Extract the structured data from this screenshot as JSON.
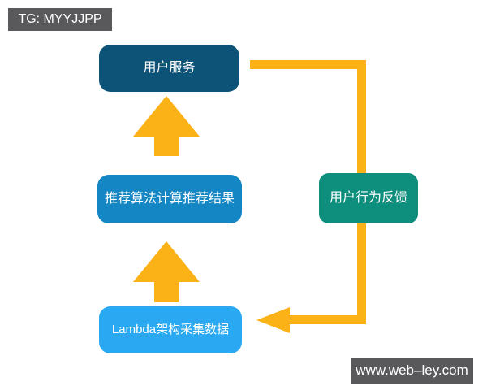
{
  "watermark_top_left": {
    "text": "TG: MYYJJPP",
    "bg_color": "#59595B",
    "text_color": "#FFFFFF"
  },
  "watermark_bottom_right": {
    "text": "www.web–ley.com",
    "bg_color": "#59595B",
    "text_color": "#FFFFFF"
  },
  "diagram": {
    "background_color": "#FFFFFF",
    "arrow_color": "#FBB217",
    "nodes": [
      {
        "id": "user-service",
        "label": "用户服务",
        "color": "#0D5377",
        "text_color": "#FFFFFF"
      },
      {
        "id": "recommendation-algorithm",
        "label": "推荐算法计算推荐结果",
        "color": "#1486C4",
        "text_color": "#FFFFFF"
      },
      {
        "id": "lambda-collection",
        "label": "Lambda架构采集数据",
        "color": "#2AA9F2",
        "text_color": "#FFFFFF"
      },
      {
        "id": "user-feedback",
        "label": "用户行为反馈",
        "color": "#0E8E7C",
        "text_color": "#FFFFFF"
      }
    ],
    "edges": [
      {
        "from": "lambda-collection",
        "to": "recommendation-algorithm",
        "type": "block-arrow-up"
      },
      {
        "from": "recommendation-algorithm",
        "to": "user-service",
        "type": "block-arrow-up"
      },
      {
        "from": "user-service",
        "to": "lambda-collection",
        "via": "user-feedback",
        "type": "elbow-right-down-left"
      }
    ]
  }
}
